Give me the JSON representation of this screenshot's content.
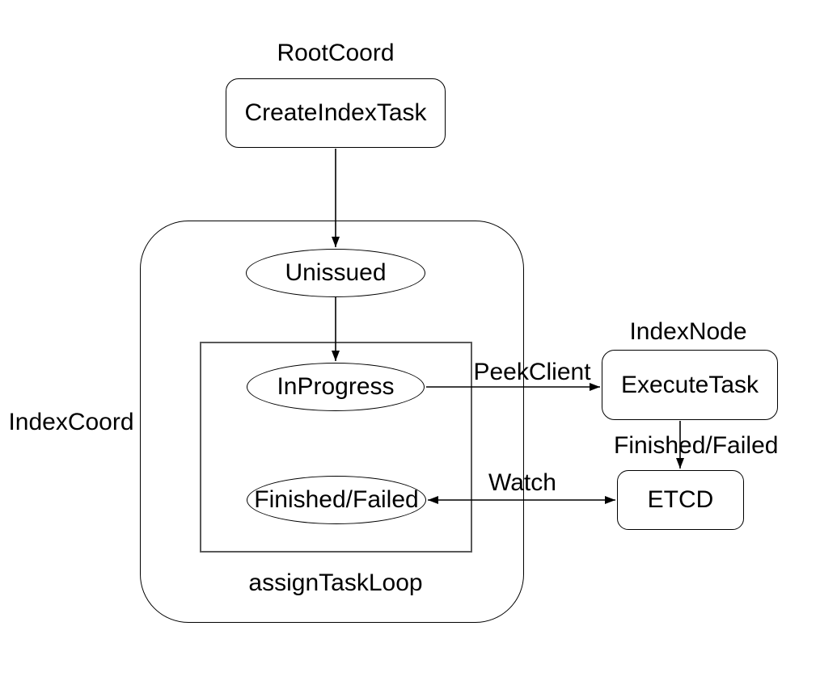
{
  "diagram": {
    "colors": {
      "background": "#ffffff",
      "stroke": "#000000",
      "inner_loop_stroke": "#595959"
    },
    "group_labels": {
      "root_coord": "RootCoord",
      "index_coord": "IndexCoord",
      "index_node": "IndexNode",
      "assign_task_loop": "assignTaskLoop"
    },
    "nodes": {
      "create_index_task": "CreateIndexTask",
      "unissued": "Unissued",
      "in_progress": "InProgress",
      "finished_failed": "Finished/Failed",
      "execute_task": "ExecuteTask",
      "etcd": "ETCD"
    },
    "edge_labels": {
      "peek_client": "PeekClient",
      "finished_failed": "Finished/Failed",
      "watch": "Watch"
    }
  }
}
